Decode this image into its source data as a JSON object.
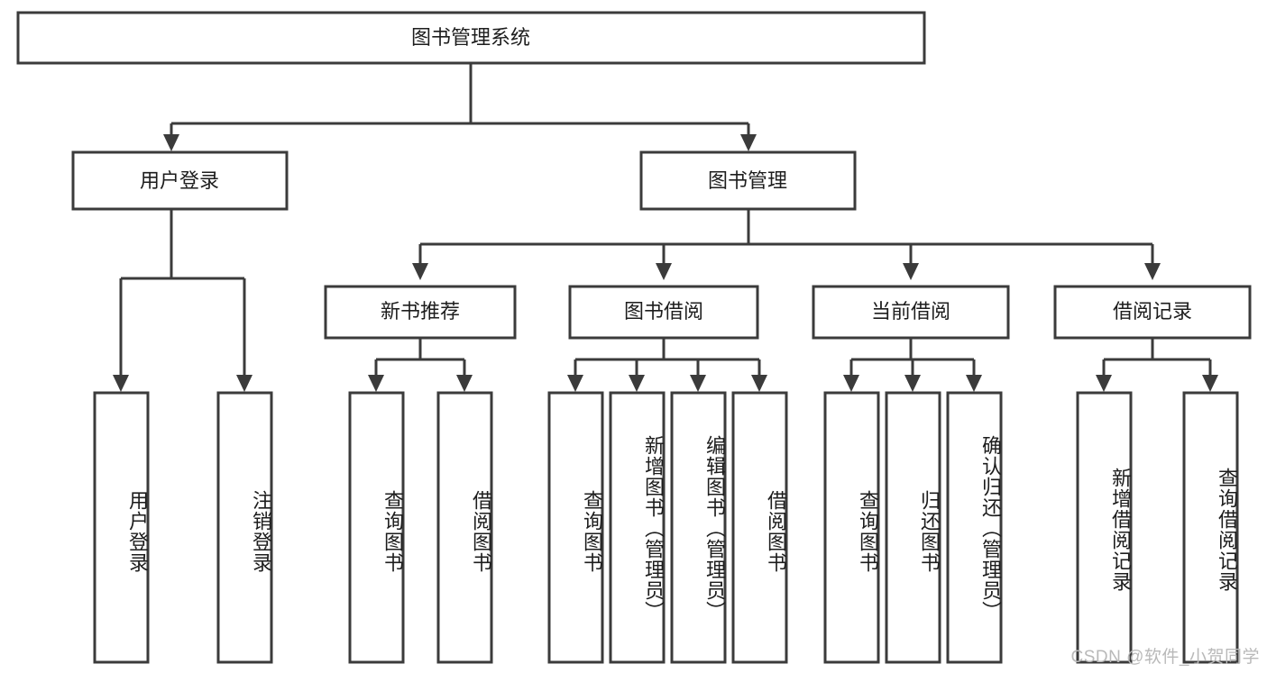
{
  "diagram": {
    "type": "tree",
    "title": "图书管理系统",
    "orientation": "top-down",
    "colors": {
      "box_stroke": "#3b3b3b",
      "box_fill": "#ffffff",
      "connector": "#3b3b3b",
      "text": "#1d1d1d",
      "background": "#ffffff",
      "watermark": "#b9b9b9"
    },
    "root": {
      "label": "图书管理系统"
    },
    "level2": [
      {
        "label": "用户登录"
      },
      {
        "label": "图书管理"
      }
    ],
    "level3": [
      {
        "label": "新书推荐"
      },
      {
        "label": "图书借阅"
      },
      {
        "label": "当前借阅"
      },
      {
        "label": "借阅记录"
      }
    ],
    "leaves": {
      "user_login": [
        {
          "label": "用户登录"
        },
        {
          "label": "注销登录"
        }
      ],
      "new_book_recommend": [
        {
          "label": "查询图书"
        },
        {
          "label": "借阅图书"
        }
      ],
      "book_borrow": [
        {
          "label": "查询图书"
        },
        {
          "label": "新增图书（管理员）"
        },
        {
          "label": "编辑图书（管理员）"
        },
        {
          "label": "借阅图书"
        }
      ],
      "current_borrow": [
        {
          "label": "查询图书"
        },
        {
          "label": "归还图书"
        },
        {
          "label": "确认归还（管理员）"
        }
      ],
      "borrow_record": [
        {
          "label": "新增借阅记录"
        },
        {
          "label": "查询借阅记录"
        }
      ]
    },
    "watermark": "CSDN @软件_小贺同学"
  }
}
